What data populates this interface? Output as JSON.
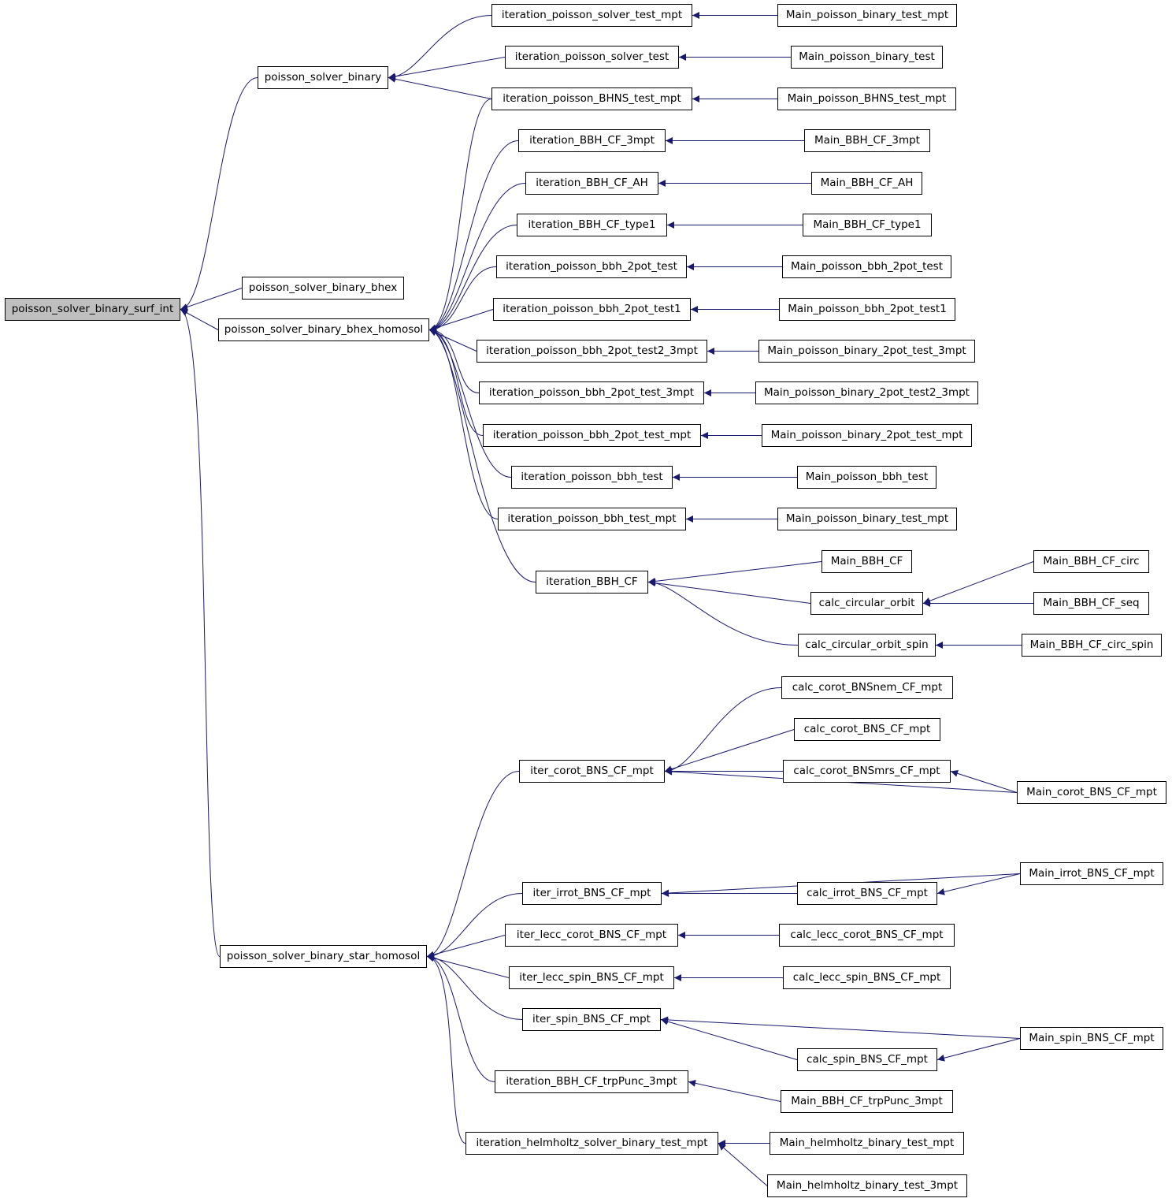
{
  "style": {
    "edge_color": "#191970",
    "node_border": "#000000",
    "node_fill": "#ffffff",
    "root_fill": "#bfbfbf"
  },
  "nodes": [
    {
      "id": "root",
      "label": "poisson_solver_binary_surf_int",
      "root": true
    },
    {
      "id": "psb",
      "label": "poisson_solver_binary"
    },
    {
      "id": "psbb",
      "label": "poisson_solver_binary_bhex"
    },
    {
      "id": "psbbh",
      "label": "poisson_solver_binary_bhex_homosol"
    },
    {
      "id": "psbsh",
      "label": "poisson_solver_binary_star_homosol"
    },
    {
      "id": "ipstm",
      "label": "iteration_poisson_solver_test_mpt"
    },
    {
      "id": "ipst",
      "label": "iteration_poisson_solver_test"
    },
    {
      "id": "ipbhns",
      "label": "iteration_poisson_BHNS_test_mpt"
    },
    {
      "id": "ibbh3",
      "label": "iteration_BBH_CF_3mpt"
    },
    {
      "id": "ibbhah",
      "label": "iteration_BBH_CF_AH"
    },
    {
      "id": "ibbht1",
      "label": "iteration_BBH_CF_type1"
    },
    {
      "id": "ipb2t",
      "label": "iteration_poisson_bbh_2pot_test"
    },
    {
      "id": "ipb2t1",
      "label": "iteration_poisson_bbh_2pot_test1"
    },
    {
      "id": "ipb2t23",
      "label": "iteration_poisson_bbh_2pot_test2_3mpt"
    },
    {
      "id": "ipb2t3",
      "label": "iteration_poisson_bbh_2pot_test_3mpt"
    },
    {
      "id": "ipb2tm",
      "label": "iteration_poisson_bbh_2pot_test_mpt"
    },
    {
      "id": "ipbt",
      "label": "iteration_poisson_bbh_test"
    },
    {
      "id": "ipbtm",
      "label": "iteration_poisson_bbh_test_mpt"
    },
    {
      "id": "ibbhcf",
      "label": "iteration_BBH_CF"
    },
    {
      "id": "mpbtm",
      "label": "Main_poisson_binary_test_mpt"
    },
    {
      "id": "mpbt",
      "label": "Main_poisson_binary_test"
    },
    {
      "id": "mpbhns",
      "label": "Main_poisson_BHNS_test_mpt"
    },
    {
      "id": "mbbh3",
      "label": "Main_BBH_CF_3mpt"
    },
    {
      "id": "mbbhah",
      "label": "Main_BBH_CF_AH"
    },
    {
      "id": "mbbht1",
      "label": "Main_BBH_CF_type1"
    },
    {
      "id": "mpb2t",
      "label": "Main_poisson_bbh_2pot_test"
    },
    {
      "id": "mpb2t1",
      "label": "Main_poisson_bbh_2pot_test1"
    },
    {
      "id": "mpbin2t3",
      "label": "Main_poisson_binary_2pot_test_3mpt"
    },
    {
      "id": "mpbin2t23",
      "label": "Main_poisson_binary_2pot_test2_3mpt"
    },
    {
      "id": "mpbin2tm",
      "label": "Main_poisson_binary_2pot_test_mpt"
    },
    {
      "id": "mpbbt",
      "label": "Main_poisson_bbh_test"
    },
    {
      "id": "mpbtm2",
      "label": "Main_poisson_binary_test_mpt"
    },
    {
      "id": "mbbhcf",
      "label": "Main_BBH_CF"
    },
    {
      "id": "cco",
      "label": "calc_circular_orbit"
    },
    {
      "id": "ccos",
      "label": "calc_circular_orbit_spin"
    },
    {
      "id": "mbbhcirc",
      "label": "Main_BBH_CF_circ"
    },
    {
      "id": "mbbhseq",
      "label": "Main_BBH_CF_seq"
    },
    {
      "id": "mbbhcs",
      "label": "Main_BBH_CF_circ_spin"
    },
    {
      "id": "icbns",
      "label": "iter_corot_BNS_CF_mpt"
    },
    {
      "id": "iibns",
      "label": "iter_irrot_BNS_CF_mpt"
    },
    {
      "id": "ilcbns",
      "label": "iter_lecc_corot_BNS_CF_mpt"
    },
    {
      "id": "ilsbns",
      "label": "iter_lecc_spin_BNS_CF_mpt"
    },
    {
      "id": "isbns",
      "label": "iter_spin_BNS_CF_mpt"
    },
    {
      "id": "ibbhtp",
      "label": "iteration_BBH_CF_trpPunc_3mpt"
    },
    {
      "id": "ihsb",
      "label": "iteration_helmholtz_solver_binary_test_mpt"
    },
    {
      "id": "ccbnem",
      "label": "calc_corot_BNSnem_CF_mpt"
    },
    {
      "id": "ccbns",
      "label": "calc_corot_BNS_CF_mpt"
    },
    {
      "id": "ccbnsmrs",
      "label": "calc_corot_BNSmrs_CF_mpt"
    },
    {
      "id": "mcbns",
      "label": "Main_corot_BNS_CF_mpt"
    },
    {
      "id": "mibns",
      "label": "Main_irrot_BNS_CF_mpt"
    },
    {
      "id": "cibns",
      "label": "calc_irrot_BNS_CF_mpt"
    },
    {
      "id": "clcbns",
      "label": "calc_lecc_corot_BNS_CF_mpt"
    },
    {
      "id": "clsbns",
      "label": "calc_lecc_spin_BNS_CF_mpt"
    },
    {
      "id": "msbns",
      "label": "Main_spin_BNS_CF_mpt"
    },
    {
      "id": "csbns",
      "label": "calc_spin_BNS_CF_mpt"
    },
    {
      "id": "mbbhtp",
      "label": "Main_BBH_CF_trpPunc_3mpt"
    },
    {
      "id": "mhbt",
      "label": "Main_helmholtz_binary_test_mpt"
    },
    {
      "id": "mhbt3",
      "label": "Main_helmholtz_binary_test_3mpt"
    }
  ],
  "edges": [
    [
      "psb",
      "root"
    ],
    [
      "psbb",
      "root"
    ],
    [
      "psbbh",
      "root"
    ],
    [
      "psbsh",
      "root"
    ],
    [
      "ipstm",
      "psb"
    ],
    [
      "ipst",
      "psb"
    ],
    [
      "ipbhns",
      "psb"
    ],
    [
      "ipbhns",
      "psbbh"
    ],
    [
      "ibbh3",
      "psbbh"
    ],
    [
      "ibbhah",
      "psbbh"
    ],
    [
      "ibbht1",
      "psbbh"
    ],
    [
      "ipb2t",
      "psbbh"
    ],
    [
      "ipb2t1",
      "psbbh"
    ],
    [
      "ipb2t23",
      "psbbh"
    ],
    [
      "ipb2t3",
      "psbbh"
    ],
    [
      "ipb2tm",
      "psbbh"
    ],
    [
      "ipbt",
      "psbbh"
    ],
    [
      "ipbtm",
      "psbbh"
    ],
    [
      "ibbhcf",
      "psbbh"
    ],
    [
      "mpbtm",
      "ipstm"
    ],
    [
      "mpbt",
      "ipst"
    ],
    [
      "mpbhns",
      "ipbhns"
    ],
    [
      "mbbh3",
      "ibbh3"
    ],
    [
      "mbbhah",
      "ibbhah"
    ],
    [
      "mbbht1",
      "ibbht1"
    ],
    [
      "mpb2t",
      "ipb2t"
    ],
    [
      "mpb2t1",
      "ipb2t1"
    ],
    [
      "mpbin2t3",
      "ipb2t23"
    ],
    [
      "mpbin2t23",
      "ipb2t3"
    ],
    [
      "mpbin2tm",
      "ipb2tm"
    ],
    [
      "mpbbt",
      "ipbt"
    ],
    [
      "mpbtm2",
      "ipbtm"
    ],
    [
      "mbbhcf",
      "ibbhcf"
    ],
    [
      "cco",
      "ibbhcf"
    ],
    [
      "ccos",
      "ibbhcf"
    ],
    [
      "mbbhcirc",
      "cco"
    ],
    [
      "mbbhseq",
      "cco"
    ],
    [
      "mbbhcs",
      "ccos"
    ],
    [
      "icbns",
      "psbsh"
    ],
    [
      "iibns",
      "psbsh"
    ],
    [
      "ilcbns",
      "psbsh"
    ],
    [
      "ilsbns",
      "psbsh"
    ],
    [
      "isbns",
      "psbsh"
    ],
    [
      "ibbhtp",
      "psbsh"
    ],
    [
      "ihsb",
      "psbsh"
    ],
    [
      "ccbnem",
      "icbns"
    ],
    [
      "ccbns",
      "icbns"
    ],
    [
      "ccbnsmrs",
      "icbns"
    ],
    [
      "mcbns",
      "icbns"
    ],
    [
      "mcbns",
      "ccbnsmrs"
    ],
    [
      "mibns",
      "iibns"
    ],
    [
      "cibns",
      "iibns"
    ],
    [
      "mibns",
      "cibns"
    ],
    [
      "clcbns",
      "ilcbns"
    ],
    [
      "clsbns",
      "ilsbns"
    ],
    [
      "msbns",
      "isbns"
    ],
    [
      "csbns",
      "isbns"
    ],
    [
      "msbns",
      "csbns"
    ],
    [
      "mbbhtp",
      "ibbhtp"
    ],
    [
      "mhbt",
      "ihsb"
    ],
    [
      "mhbt3",
      "ihsb"
    ]
  ]
}
